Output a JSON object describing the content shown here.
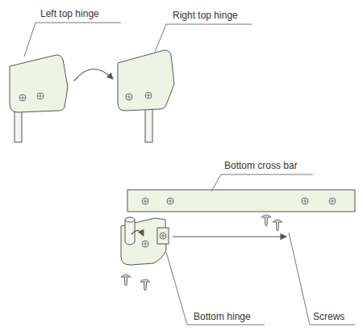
{
  "diagram": {
    "labels": [
      "Left top hinge",
      "Right top hinge",
      "Bottom cross bar",
      "Bottom hinge",
      "Screws"
    ]
  }
}
